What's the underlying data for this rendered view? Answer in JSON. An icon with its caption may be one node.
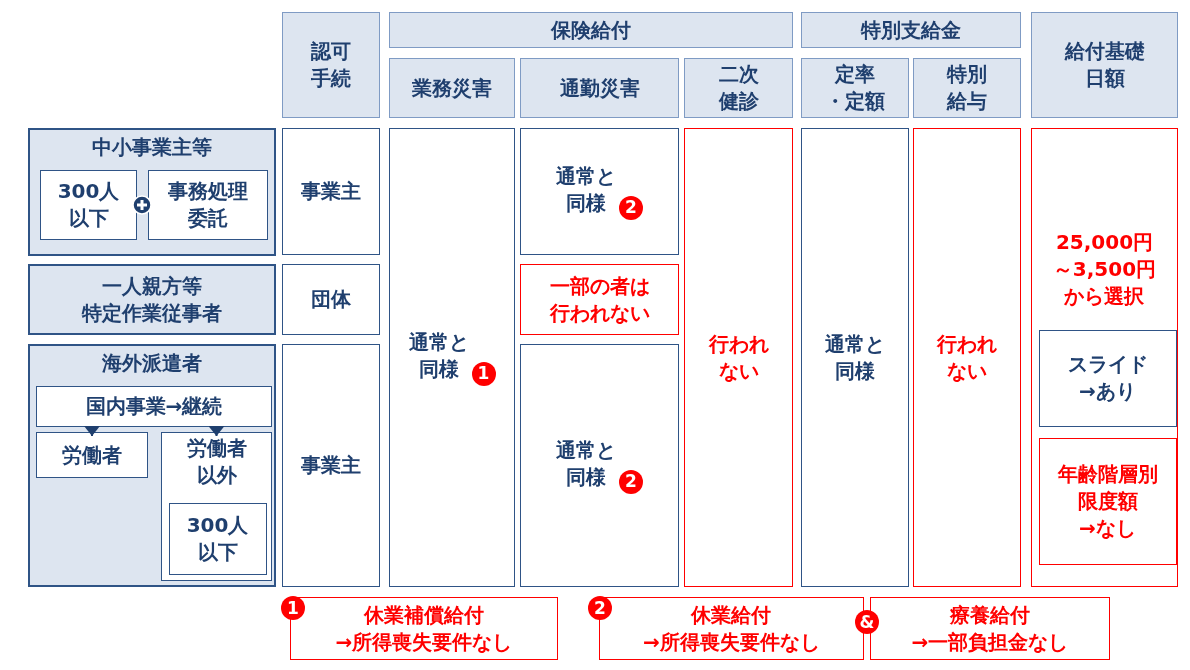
{
  "diagram": {
    "nodes": [
      {
        "text": [
          "認可手続"
        ]
      },
      {
        "text": [
          "保険給付"
        ]
      },
      {
        "text": [
          "業務災害"
        ]
      },
      {
        "text": [
          "通勤災害"
        ]
      },
      {
        "text": [
          "二次健診"
        ]
      },
      {
        "text": [
          "特別支給金"
        ]
      },
      {
        "text": [
          "定率・定額"
        ]
      },
      {
        "text": [
          "特別給与"
        ]
      },
      {
        "text": [
          "給付基礎日額"
        ]
      },
      {
        "text": [
          "中小事業主等"
        ]
      },
      {
        "text": [
          "300人以下"
        ],
        "in": 9
      },
      {
        "text": [
          "事務処理委託"
        ],
        "in": 9
      },
      {
        "text": [
          "事業主"
        ]
      },
      {
        "text": [
          "一人親方等特定作業従事者"
        ]
      },
      {
        "text": [
          "団体"
        ]
      },
      {
        "text": [
          "海外派遣者"
        ]
      },
      {
        "text": [
          "国内事業→継続"
        ],
        "in": 15
      },
      {
        "text": [
          "労働者"
        ],
        "in": 15
      },
      {
        "text": [
          "労働者以外"
        ],
        "in": 15
      },
      {
        "text": [
          "300人以下"
        ],
        "in": 18
      },
      {
        "text": [
          "事業主"
        ]
      },
      {
        "text": [
          "通常と同様",
          "1"
        ]
      },
      {
        "text": [
          "通常と同様",
          "2"
        ]
      },
      {
        "text": [
          "一部の者は行われない"
        ]
      },
      {
        "text": [
          "通常と同様",
          "2"
        ]
      },
      {
        "text": [
          "行われない"
        ]
      },
      {
        "text": [
          "通常と同様"
        ]
      },
      {
        "text": [
          "行われない"
        ]
      },
      {
        "text": [
          "25,000円～3,500円から選択"
        ]
      },
      {
        "text": [
          "スライド→あり"
        ],
        "in": 28
      },
      {
        "text": [
          "年齢階層別限度額→なし"
        ],
        "in": 28
      },
      {
        "text": [
          "1",
          "休業補償給付→所得喪失要件なし"
        ]
      },
      {
        "text": [
          "2",
          "休業給付→所得喪失要件なし"
        ]
      },
      {
        "text": [
          "療養給付→一部負担金なし"
        ]
      }
    ],
    "edges": [
      {
        "from": 16,
        "to": 17,
        "arrow": "to"
      },
      {
        "from": 16,
        "to": 18,
        "arrow": "to"
      }
    ],
    "labels": [
      "&"
    ]
  }
}
